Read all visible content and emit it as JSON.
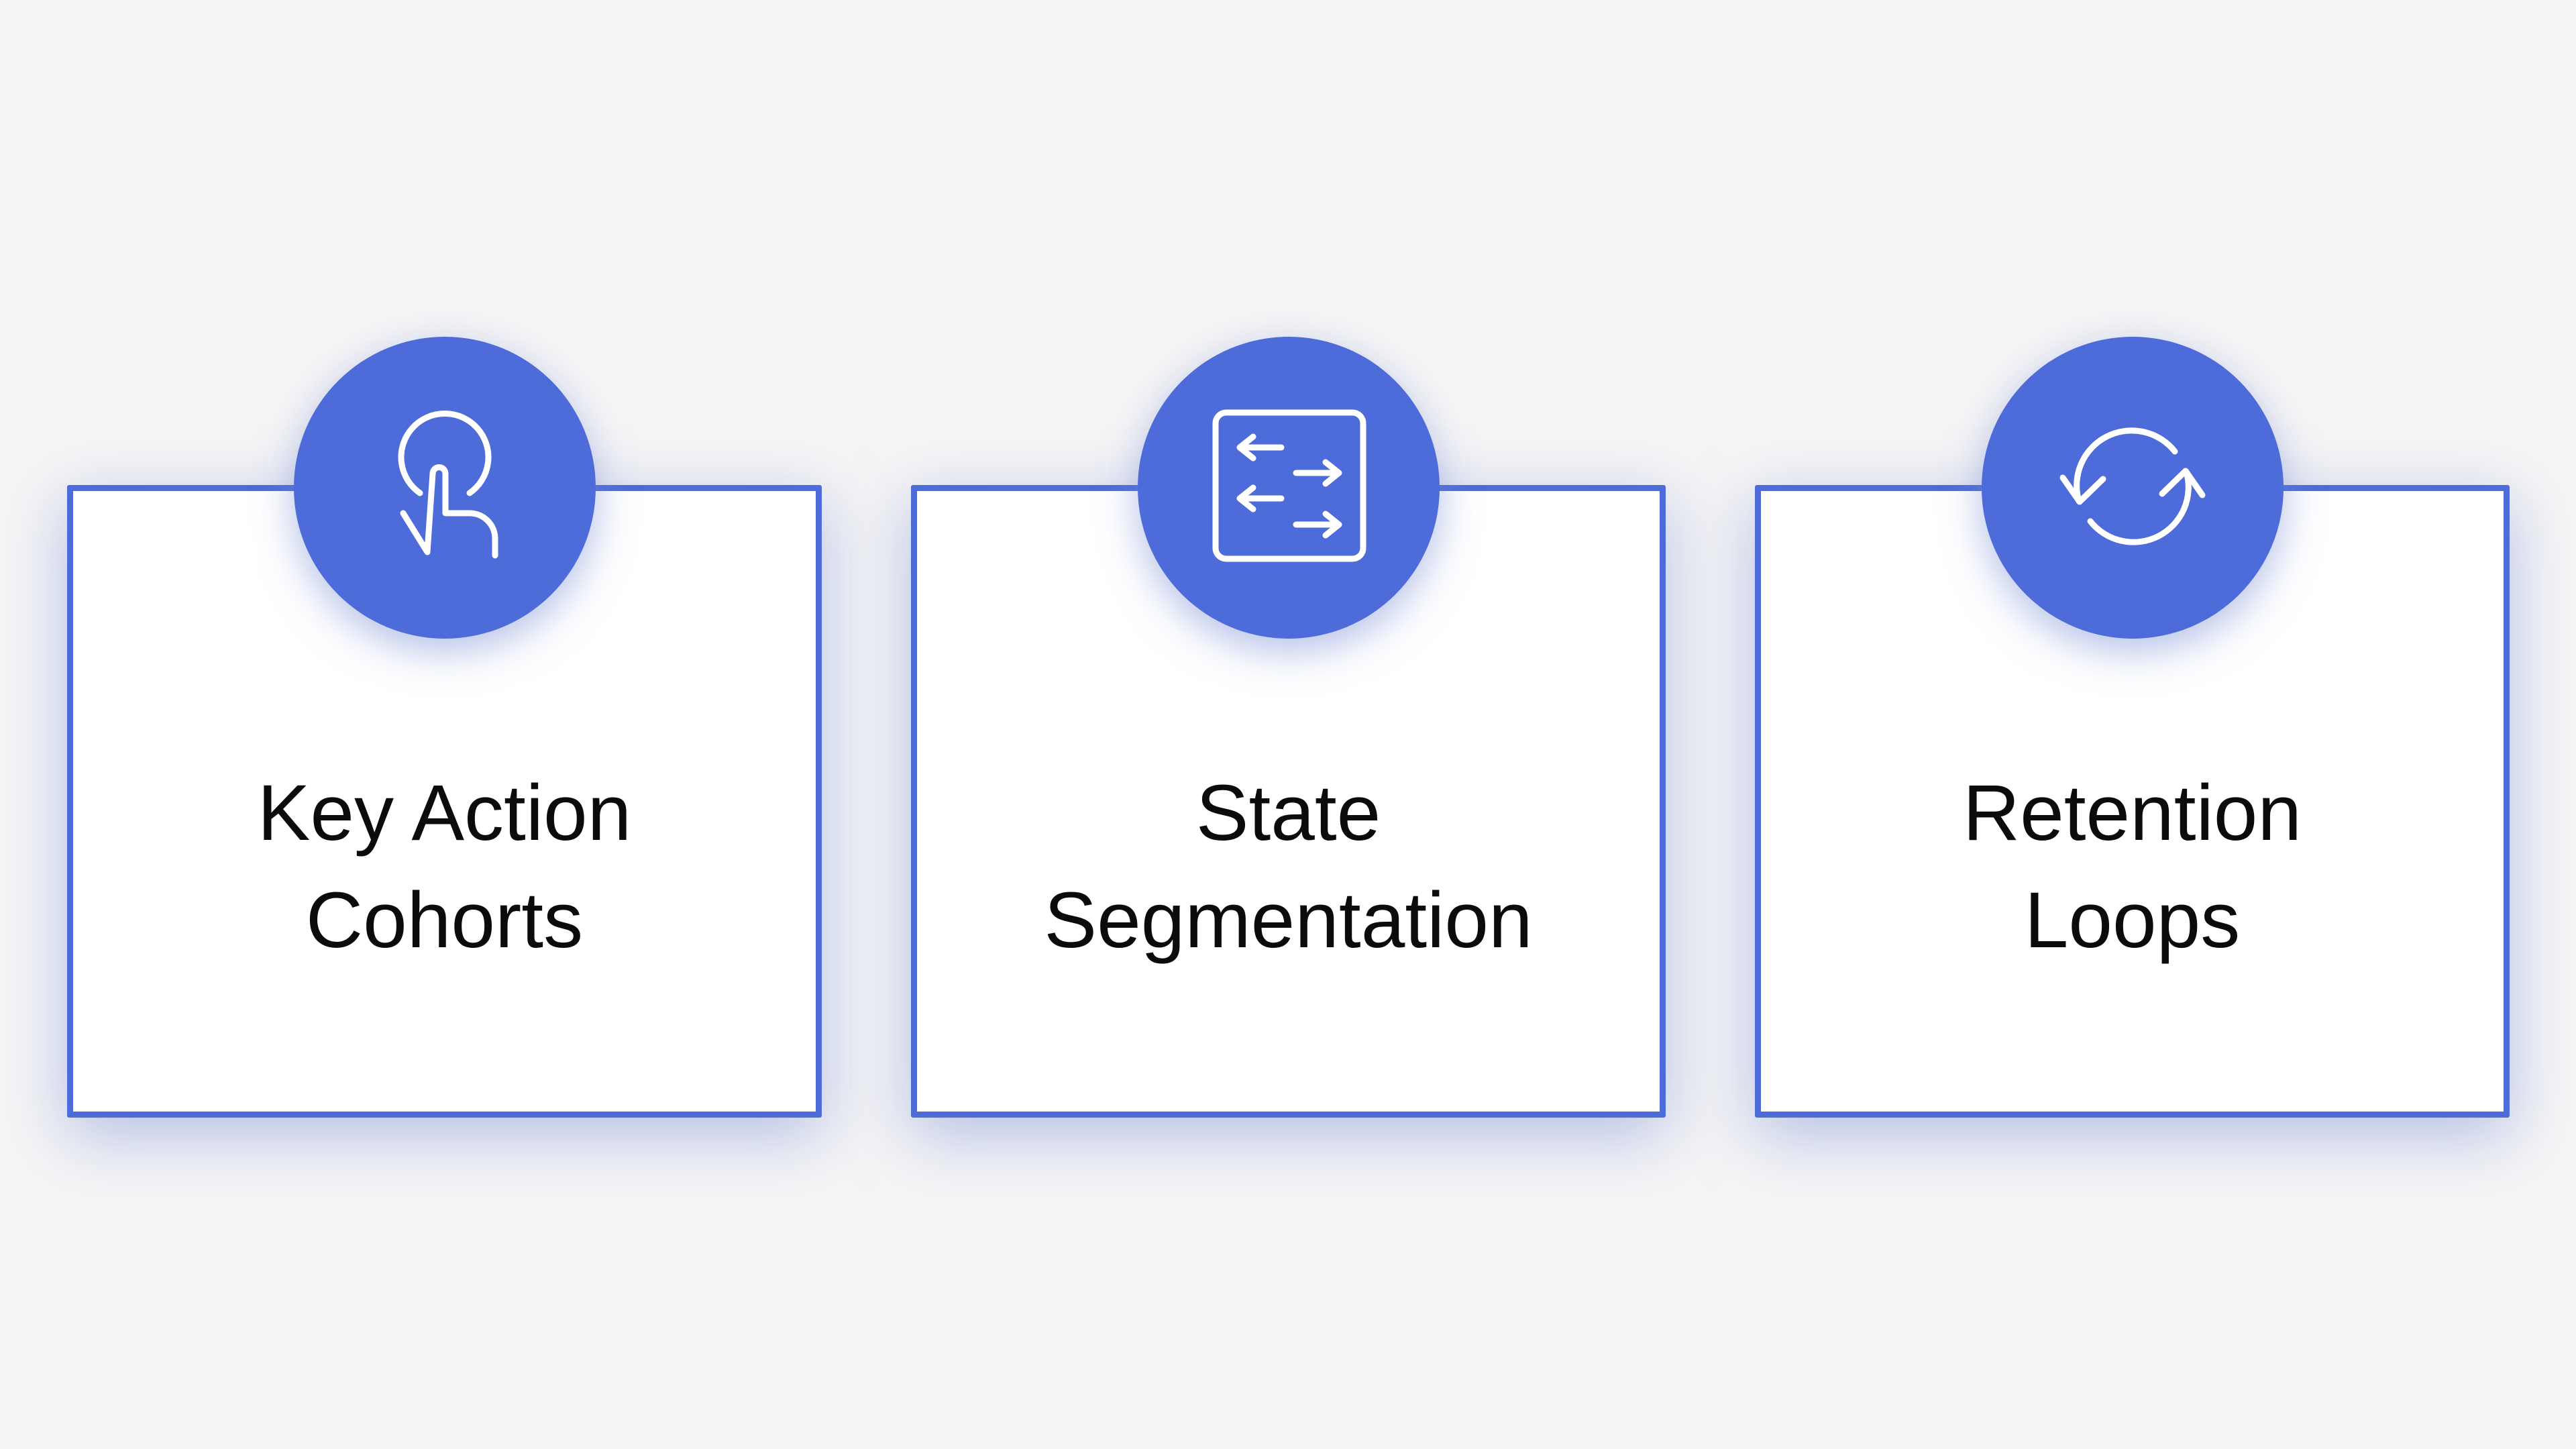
{
  "theme": {
    "background": "#f5f5f6",
    "accent": "#4d6bd9",
    "card_background": "#ffffff",
    "text_color": "#0b0b0c",
    "icon_stroke_color": "#ffffff",
    "glow_color": "rgba(116,138,212,0.5)"
  },
  "cards": [
    {
      "icon": "tap-icon",
      "title": "Key Action Cohorts",
      "lines": [
        "Key Action",
        "Cohorts"
      ]
    },
    {
      "icon": "exchange-arrows-icon",
      "title": "State Segmentation",
      "lines": [
        "State",
        "Segmentation"
      ]
    },
    {
      "icon": "sync-icon",
      "title": "Retention Loops",
      "lines": [
        "Retention",
        "Loops"
      ]
    }
  ]
}
